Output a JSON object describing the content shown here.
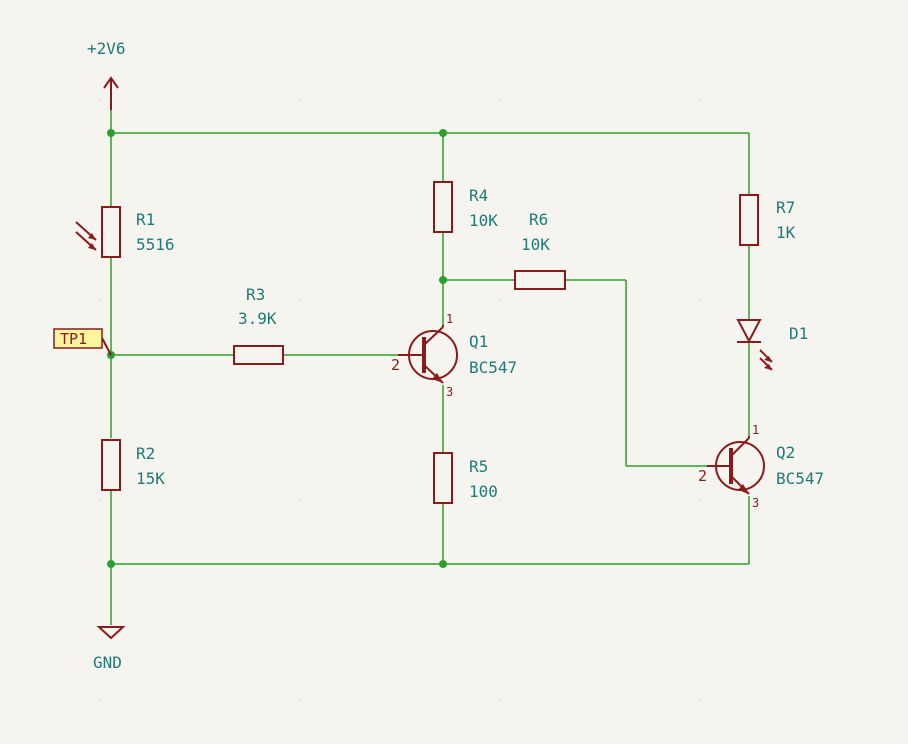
{
  "colors": {
    "wire": "#2e9e2e",
    "component": "#8b1a1a",
    "label": "#1f7a7a",
    "test_point_fill": "#fff59d",
    "background": "#f5f4ef"
  },
  "power": {
    "vcc": "+2V6",
    "gnd": "GND"
  },
  "test_point": {
    "ref": "TP1"
  },
  "components": {
    "R1": {
      "ref": "R1",
      "value": "5516"
    },
    "R2": {
      "ref": "R2",
      "value": "15K"
    },
    "R3": {
      "ref": "R3",
      "value": "3.9K"
    },
    "R4": {
      "ref": "R4",
      "value": "10K"
    },
    "R5": {
      "ref": "R5",
      "value": "100"
    },
    "R6": {
      "ref": "R6",
      "value": "10K"
    },
    "R7": {
      "ref": "R7",
      "value": "1K"
    },
    "D1": {
      "ref": "D1"
    },
    "Q1": {
      "ref": "Q1",
      "value": "BC547",
      "pins": {
        "collector": "1",
        "base": "2",
        "emitter": "3"
      }
    },
    "Q2": {
      "ref": "Q2",
      "value": "BC547",
      "pins": {
        "collector": "1",
        "base": "2",
        "emitter": "3"
      }
    }
  }
}
